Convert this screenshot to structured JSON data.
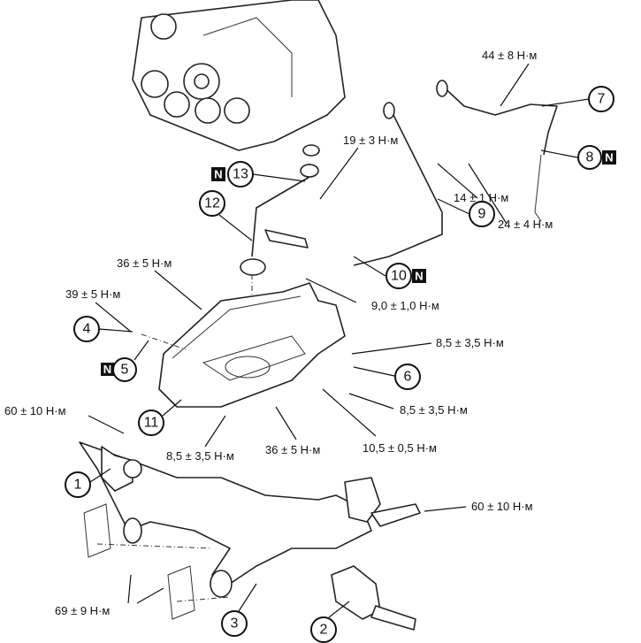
{
  "diagram": {
    "torque_labels": {
      "t44": "44 ± 8 Н·м",
      "t14": "14 ± 1 Н·м",
      "t24": "24 ± 4 Н·м",
      "t19": "19 ± 3 Н·м",
      "t36a": "36 ± 5 Н·м",
      "t90": "9,0 ± 1,0 Н·м",
      "t39": "39 ± 5 Н·м",
      "t85a": "8,5 ± 3,5 Н·м",
      "t85b": "8,5 ± 3,5 Н·м",
      "t60a": "60 ± 10 Н·м",
      "t105": "10,5 ± 0,5 Н·м",
      "t85c": "8,5 ± 3,5 Н·м",
      "t36b": "36 ± 5 Н·м",
      "t60b": "60 ± 10 Н·м",
      "t69": "69 ± 9 Н·м"
    },
    "callouts": {
      "c1": "1",
      "c2": "2",
      "c3": "3",
      "c4": "4",
      "c5": "5",
      "c6": "6",
      "c7": "7",
      "c8": "8",
      "c9": "9",
      "c10": "10",
      "c11": "11",
      "c12": "12",
      "c13": "13"
    },
    "new_part_marker": "N"
  }
}
